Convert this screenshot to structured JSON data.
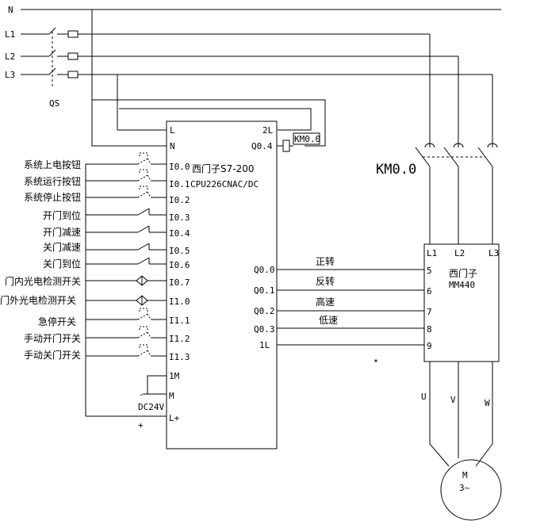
{
  "power": {
    "n": "N",
    "l1": "L1",
    "l2": "L2",
    "l3": "L3",
    "qs": "QS"
  },
  "plc": {
    "brand": "西门子S7-200",
    "model": "CPU226CNAC/DC",
    "power_l": "L",
    "power_n": "N",
    "out_common": "2L",
    "q04": "Q0.4",
    "coil_label": "KM0.0",
    "inputs": [
      "I0.0",
      "I0.1",
      "I0.2",
      "I0.3",
      "I0.4",
      "I0.5",
      "I0.6",
      "I0.7",
      "I1.0",
      "I1.1",
      "I1.2",
      "I1.3"
    ],
    "input_names": [
      "系统上电按钮",
      "系统运行按钮",
      "系统停止按钮",
      "开门到位",
      "开门减速",
      "关门减速",
      "关门到位",
      "门内光电检测开关",
      "门外光电检测开关",
      "急停开关",
      "手动开门开关",
      "手动关门开关"
    ],
    "m1": "1M",
    "m": "M",
    "lplus": "L+",
    "dc": "DC24V",
    "minus": "-",
    "plus": "+",
    "outputs": [
      "Q0.0",
      "Q0.1",
      "Q0.2",
      "Q0.3",
      "1L"
    ],
    "output_names": [
      "正转",
      "反转",
      "高速",
      "低速"
    ]
  },
  "contactor": {
    "label": "KM0.0"
  },
  "inverter": {
    "brand": "西门子",
    "model": "MM440",
    "l1": "L1",
    "l2": "L2",
    "l3": "L3",
    "terminals": [
      "5",
      "6",
      "7",
      "8",
      "9"
    ],
    "u": "U",
    "v": "V",
    "w": "W"
  },
  "motor": {
    "m": "M",
    "phase": "3~"
  }
}
